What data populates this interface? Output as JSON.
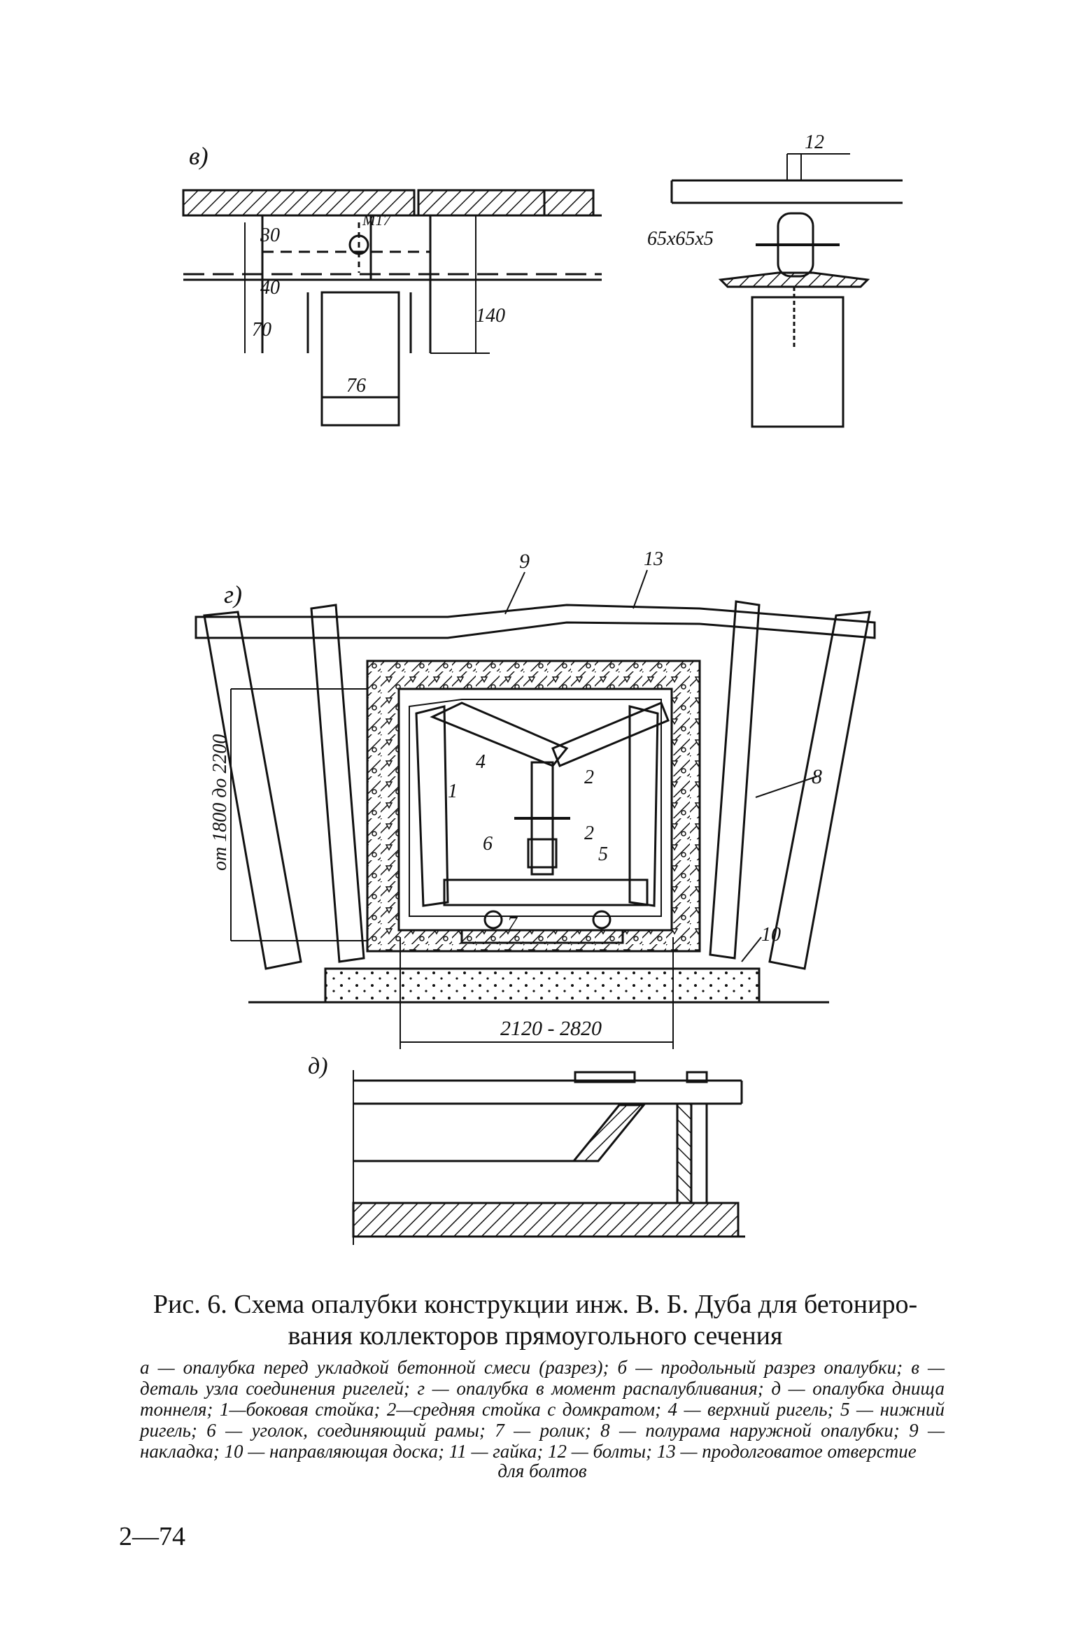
{
  "figure": {
    "panel_v": {
      "label": "в)",
      "dims": [
        "30",
        "40",
        "70",
        "140",
        "76",
        "12"
      ],
      "angle_label": "65x65x5",
      "bolt_label": "М17"
    },
    "panel_g": {
      "label": "г)",
      "callouts": [
        "1",
        "2",
        "2",
        "4",
        "5",
        "6",
        "7",
        "8",
        "9",
        "10",
        "13"
      ],
      "height_dim": "от 1800 до 2200",
      "width_dim": "2120 - 2820"
    },
    "panel_d": {
      "label": "д)"
    }
  },
  "caption": {
    "line1": "Рис. 6. Схема опалубки конструкции инж. В. Б. Дуба для бетониро-",
    "line2": "вания коллекторов прямоугольного сечения"
  },
  "legend": {
    "text": "а — опалубка перед укладкой бетонной смеси (разрез); б — продольный разрез опалубки; в — деталь узла соединения ригелей; г — опалубка в момент распалубливания; д — опалубка днища тоннеля; 1—боковая стойка; 2—средняя стойка с домкратом; 4 — верхний ригель; 5 — нижний ригель; 6 — уголок, соединяющий рамы; 7 — ролик; 8 — полурама наружной опалубки; 9 — накладка; 10 — направляющая доска; 11 — гайка; 12 — болты; 13 — продолговатое отверстие",
    "last": "для болтов"
  },
  "page_number": "2—74"
}
